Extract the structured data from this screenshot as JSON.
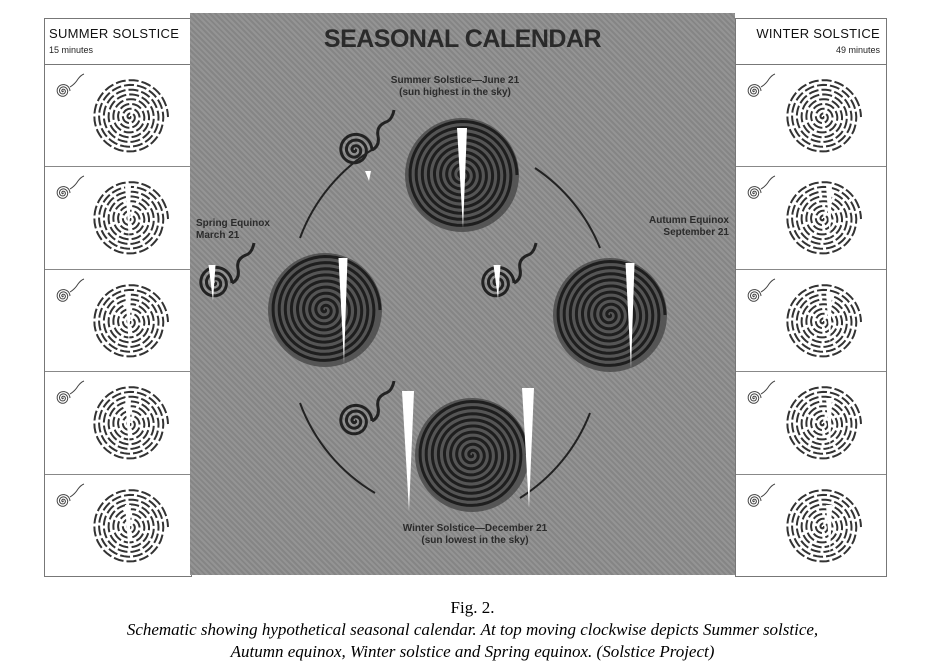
{
  "figure": {
    "title": "SEASONAL CALENDAR",
    "left_panel": {
      "title": "SUMMER SOLSTICE",
      "duration": "15 minutes",
      "frames": 5
    },
    "right_panel": {
      "title": "WINTER SOLSTICE",
      "duration": "49 minutes",
      "frames": 5
    },
    "labels": {
      "summer": [
        "Summer Solstice—June 21",
        "(sun highest in the sky)"
      ],
      "autumn": [
        "Autumn Equinox",
        "September 21"
      ],
      "winter": [
        "Winter Solstice—December 21",
        "(sun lowest in the sky)"
      ],
      "spring": [
        "Spring Equinox",
        "March 21"
      ]
    }
  },
  "caption": {
    "label": "Fig. 2.",
    "line1": "Schematic showing hypothetical seasonal calendar.  At top moving clockwise depicts Summer solstice,",
    "line2": "Autumn equinox, Winter solstice and Spring equinox. (Solstice Project)"
  }
}
